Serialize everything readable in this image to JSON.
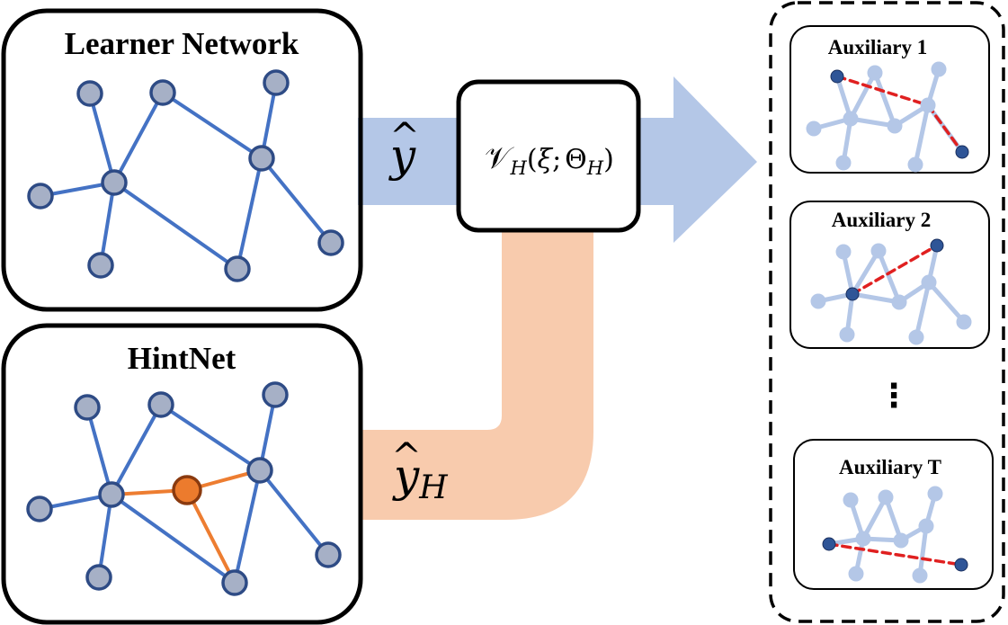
{
  "learner": {
    "title": "Learner Network"
  },
  "hint": {
    "title": "HintNet"
  },
  "formula": {
    "calV": "𝒱",
    "sub_H": "H",
    "open_paren": "(",
    "xi": "ξ",
    "semicolon": ";",
    "Theta": "Θ",
    "close_paren": ")"
  },
  "arrows": {
    "yhat": "y",
    "yhat_hat": "^",
    "yhat_H_base": "y",
    "yhat_H_sub": "H",
    "yhat_H_hat": "^"
  },
  "auxiliary": {
    "items": [
      {
        "title": "Auxiliary 1"
      },
      {
        "title": "Auxiliary 2"
      },
      {
        "title": "Auxiliary T"
      }
    ],
    "ellipsis": "⋮"
  },
  "colors": {
    "node_fill": "#a6b0c6",
    "node_stroke": "#2e4b85",
    "edge_blue": "#4472c4",
    "hint_node": "#ec7b2d",
    "hint_node_stroke": "#8a3a0f",
    "hint_edge": "#ed7d31",
    "arrow_blue": "#b4c7e7",
    "arrow_orange": "#f8cbad",
    "aux_edge": "#b4c7e7",
    "aux_node": "#b4c7e7",
    "aux_dark_node": "#2f5597",
    "aux_red": "#e02020"
  }
}
